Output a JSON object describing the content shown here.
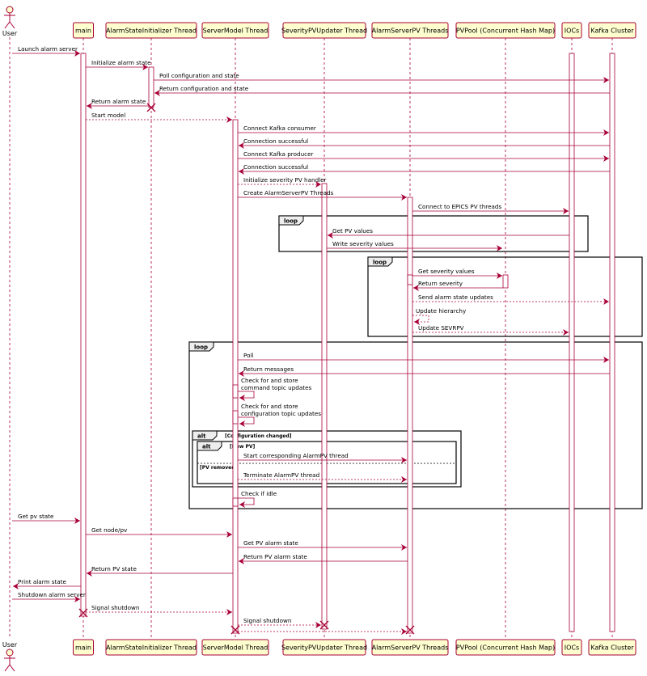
{
  "participants": [
    {
      "id": "user",
      "label": "User",
      "type": "actor"
    },
    {
      "id": "main",
      "label": "main"
    },
    {
      "id": "asi",
      "label": "AlarmStateInitializer Thread"
    },
    {
      "id": "sm",
      "label": "ServerModel Thread"
    },
    {
      "id": "spv",
      "label": "SeverityPVUpdater Thread"
    },
    {
      "id": "aspv",
      "label": "AlarmServerPV Threads"
    },
    {
      "id": "pool",
      "label": "PVPool (Concurrent Hash Map)"
    },
    {
      "id": "iocs",
      "label": "IOCs"
    },
    {
      "id": "kafka",
      "label": "Kafka Cluster"
    }
  ],
  "frames": [
    {
      "id": "loop1",
      "kind": "loop"
    },
    {
      "id": "loop2",
      "kind": "loop"
    },
    {
      "id": "loop3",
      "kind": "loop"
    },
    {
      "id": "alt1",
      "kind": "alt",
      "condition": "[Configuration changed]"
    },
    {
      "id": "alt2",
      "kind": "alt",
      "condition": "[New PV]",
      "else_condition": "[PV removed]"
    }
  ],
  "messages": [
    {
      "text": "Launch alarm server",
      "from": "user",
      "to": "main",
      "style": "solid"
    },
    {
      "text": "Initialize alarm state",
      "from": "main",
      "to": "asi",
      "style": "solid"
    },
    {
      "text": "Poll configuration and state",
      "from": "asi",
      "to": "kafka",
      "style": "solid"
    },
    {
      "text": "Return configuration and state",
      "from": "kafka",
      "to": "asi",
      "style": "solid"
    },
    {
      "text": "Return alarm state",
      "from": "asi",
      "to": "main",
      "style": "solid"
    },
    {
      "text": "Start model",
      "from": "main",
      "to": "sm",
      "style": "dotted"
    },
    {
      "text": "Connect Kafka consumer",
      "from": "sm",
      "to": "kafka",
      "style": "solid"
    },
    {
      "text": "Connection successful",
      "from": "kafka",
      "to": "sm",
      "style": "solid"
    },
    {
      "text": "Connect Kafka producer",
      "from": "sm",
      "to": "kafka",
      "style": "solid"
    },
    {
      "text": "Connection successful",
      "from": "kafka",
      "to": "sm",
      "style": "solid"
    },
    {
      "text": "Initialize severity PV handler",
      "from": "sm",
      "to": "spv",
      "style": "dotted"
    },
    {
      "text": "Create AlarmServerPV Threads",
      "from": "sm",
      "to": "aspv",
      "style": "solid"
    },
    {
      "text": "Connect to EPICS PV threads",
      "from": "aspv",
      "to": "iocs",
      "style": "solid"
    },
    {
      "text": "Get PV values",
      "from": "iocs",
      "to": "spv",
      "style": "solid"
    },
    {
      "text": "Write severity values",
      "from": "spv",
      "to": "pool",
      "style": "solid"
    },
    {
      "text": "Get severity values",
      "from": "aspv",
      "to": "pool",
      "style": "solid"
    },
    {
      "text": "Return severity",
      "from": "pool",
      "to": "aspv",
      "style": "solid"
    },
    {
      "text": "Send alarm state updates",
      "from": "aspv",
      "to": "kafka",
      "style": "dotted"
    },
    {
      "text": "Update hierarchy",
      "from": "aspv",
      "to": "aspv",
      "style": "dotted"
    },
    {
      "text": "Update SEVRPV",
      "from": "aspv",
      "to": "iocs",
      "style": "dotted"
    },
    {
      "text": "Poll",
      "from": "sm",
      "to": "kafka",
      "style": "solid"
    },
    {
      "text": "Return messages",
      "from": "kafka",
      "to": "sm",
      "style": "solid"
    },
    {
      "text": "Check for and store\ncommand topic updates",
      "from": "sm",
      "to": "sm",
      "style": "solid"
    },
    {
      "text": "Check for and store\nconfiguration topic updates",
      "from": "sm",
      "to": "sm",
      "style": "solid"
    },
    {
      "text": "Start corresponding AlarmPV thread",
      "from": "sm",
      "to": "aspv",
      "style": "solid"
    },
    {
      "text": "Terminate AlarmPV thread",
      "from": "sm",
      "to": "aspv",
      "style": "dotted"
    },
    {
      "text": "Check if idle",
      "from": "sm",
      "to": "sm",
      "style": "solid"
    },
    {
      "text": "Get pv state",
      "from": "user",
      "to": "main",
      "style": "solid"
    },
    {
      "text": "Get node/pv",
      "from": "main",
      "to": "sm",
      "style": "solid"
    },
    {
      "text": "Get PV alarm state",
      "from": "sm",
      "to": "aspv",
      "style": "solid"
    },
    {
      "text": "Return PV alarm state",
      "from": "aspv",
      "to": "sm",
      "style": "solid"
    },
    {
      "text": "Return PV state",
      "from": "sm",
      "to": "main",
      "style": "solid"
    },
    {
      "text": "Print alarm state",
      "from": "main",
      "to": "user",
      "style": "solid"
    },
    {
      "text": "Shutdown alarm server",
      "from": "user",
      "to": "main",
      "style": "solid"
    },
    {
      "text": "Signal shutdown",
      "from": "main",
      "to": "sm",
      "style": "dotted"
    },
    {
      "text": "Signal shutdown",
      "from": "sm",
      "to": "spv",
      "style": "dotted"
    },
    {
      "text": "",
      "from": "sm",
      "to": "aspv",
      "style": "dotted"
    }
  ],
  "colors": {
    "arrow": "#a80036",
    "lifeline": "#a80036",
    "participant_fill": "#fefece",
    "participant_border": "#a80036",
    "frame_border": "#000000",
    "frame_tab_fill": "#eeeeee"
  }
}
